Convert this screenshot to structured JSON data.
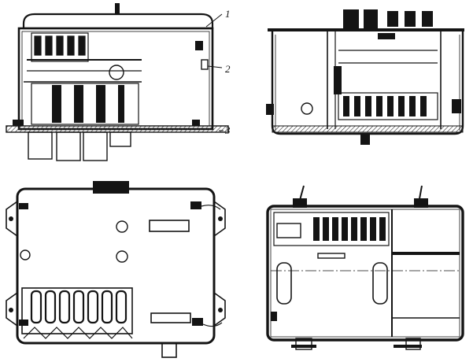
{
  "figure": {
    "callouts": [
      {
        "id": "callout-1",
        "label": "1"
      },
      {
        "id": "callout-2",
        "label": "2"
      },
      {
        "id": "callout-3",
        "label": "3"
      }
    ],
    "colors": {
      "ink": "#141414",
      "paper": "#ffffff",
      "hatch": "#2a2a2a"
    }
  }
}
